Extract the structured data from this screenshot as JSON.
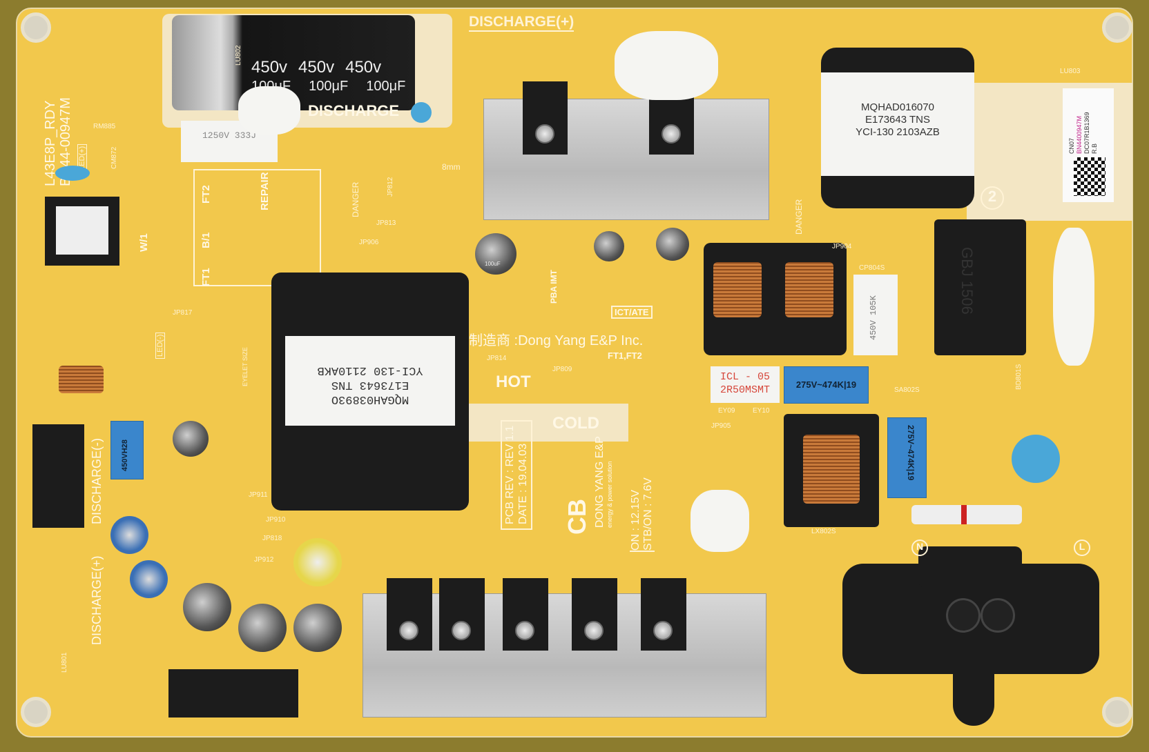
{
  "board": {
    "model": "L43E8P_RDY",
    "part_number": "BN44-00947M",
    "discharge_plus_top": "DISCHARGE(+)",
    "discharge_mid": "DISCHARGE",
    "discharge_minus_left": "DISCHARGE(-)",
    "discharge_plus_left": "DISCHARGE(+)",
    "manufacturer": "制造商 :Dong Yang E&P Inc.",
    "hot": "HOT",
    "cold": "COLD",
    "cb": "CB",
    "pcb_rev": "PCB REV : REV 1.1",
    "date": "DATE : 19.04.03",
    "brand": "DONG YANG E&P",
    "brand_tagline": "energy & power solution",
    "voltage_on": "ON : 12.15V",
    "voltage_stb": "STB/ON : 7.6V",
    "ict_ate": "ICT/ATE",
    "ft1_ft2": "FT1,FT2",
    "pba_imt": "PBA IMT",
    "ft2": "FT2",
    "repair": "REPAIR",
    "b1": "B/1",
    "w1": "W/1",
    "ft1": "FT1",
    "danger": "DANGER",
    "led_plus": "LED(+)",
    "led_minus": "LED(-)",
    "eyelet": "EYELET SIZE",
    "mm": "8mm",
    "circle_two": "2",
    "n_mark": "N",
    "l_mark": "L"
  },
  "main_capacitor": {
    "ratings": [
      "450v",
      "450v",
      "450v"
    ],
    "capacitance": [
      "100μF",
      "100μF",
      "100μF"
    ]
  },
  "film_cap": "1250V 333J",
  "top_transformer": {
    "lines": [
      "MQHAD016070",
      "E173643 TNS",
      "YCI-130 2103AZB"
    ]
  },
  "center_transformer": {
    "lines": [
      "MQGAH03893O",
      "E173643 TNS",
      "YCI-130 2110AKB"
    ]
  },
  "bridge": "GBJ 1506",
  "x_cap": "450V 105K",
  "thermistor": {
    "line1": "ICL - 05",
    "line2": "2R50MSMT"
  },
  "blue_cap_1": "275V~474K|19",
  "blue_cap_2": "275V~474K|19",
  "small_blue_cap": "450VH28",
  "small_cap": "100uF",
  "sticker": {
    "lines": [
      "CN07",
      "BN4400947M",
      "DC07R1B1369",
      "R.B"
    ],
    "accent": "#c0208a"
  },
  "silkscreen_refs": [
    "LU802",
    "LU803",
    "LU801",
    "JP812",
    "JP813",
    "JP906",
    "JP817",
    "JP814",
    "JP809",
    "JP904",
    "JP905",
    "JP911",
    "JP910",
    "JP818",
    "JP912",
    "CP804S",
    "SA802S",
    "BD801S",
    "EY09",
    "EY10",
    "LX802S",
    "RM885",
    "CM872"
  ],
  "colors": {
    "board": "#f2c84c",
    "frame": "#8c7c2e",
    "silk": "#fff8e6",
    "ec_red": "#e2603a"
  }
}
